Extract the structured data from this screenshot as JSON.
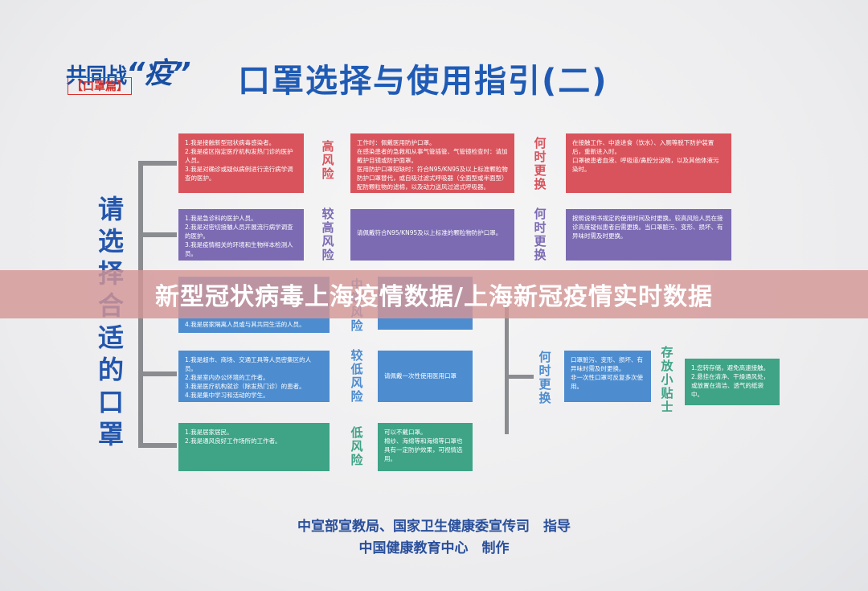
{
  "logo": {
    "main_prefix": "共同战",
    "main_big": "“疫”",
    "sub": "【口罩篇】"
  },
  "title": "口罩选择与使用指引(二)",
  "side_title": "请选择合适的口罩",
  "rows": [
    {
      "people": "1.我是接触新型冠状病毒感染者。\n2.我是疫区指定医疗机构发热门诊的医护人员。\n3.我是对确诊或疑似病例进行流行病学调查的医护。",
      "risk": "高风险",
      "mask": "工作时：佩戴医用防护口罩。\n在感染患者的急救和从事气管插管、气管镜检查时：请加戴护目镜或防护面罩。\n医用防护口罩短缺时：符合N95/KN95及以上标准颗粒物防护口罩替代，或自吸过滤式呼吸器（全面型或半面型）配防颗粒物的滤棉，以及动力送风过滤式呼吸器。",
      "when": "何时更换",
      "change": "在接触工作、中途进食（饮水）、入厕等脱下防护装置后，重新进入时。\n口罩被患者血液、呼吸道/鼻腔分泌物，以及其他体液污染时。"
    },
    {
      "people": "1.我是急诊科的医护人员。\n2.我是对密切接触人员开展流行病学调查的医护。\n3.我是疫情相关的环境和生物样本检测人员。",
      "risk": "较高风险",
      "mask": "请佩戴符合N95/KN95及以上标准的颗粒物防护口罩。",
      "when": "何时更换",
      "change": "按照说明书规定的使用时间及时更换。较高风险人员在接诊高度疑似患者后需更换。当口罩脏污、变形、损坏、有异味时需及时更换。"
    },
    {
      "people": "4.我是居家隔离人员或与其共同生活的人员。",
      "risk": "中等风险",
      "mask": "",
      "when": "",
      "change": ""
    },
    {
      "people": "1.我是超市、商场、交通工具等人员密集区的人员。\n2.我是室内办公环境的工作者。\n3.我是医疗机构就诊（除发热门诊）的患者。\n4.我是集中学习和活动的学生。",
      "risk": "较低风险",
      "mask": "请佩戴一次性使用医用口罩",
      "when": "何时更换",
      "change": "口罩脏污、变形、损坏、有异味时需及时更换。\n非一次性口罩可反复多次使用。"
    },
    {
      "people": "1.我是居家居民。\n2.我是通风良好工作场所的工作者。",
      "risk": "低风险",
      "mask": "可以不戴口罩。\n棉纱、海绵等和海绵等口罩也具有一定防护效果，可视情选用。",
      "when": "",
      "change": ""
    }
  ],
  "storage": {
    "title": "存放小贴士",
    "text": "1.您转存储，避免高速接触。\n2.悬挂在清净、干燥通风处，或放置在清洁、透气的纸袋中。"
  },
  "banner": "新型冠状病毒上海疫情数据/上海新冠疫情实时数据",
  "footer": {
    "line1": "中宣部宣教局、国家卫生健康委宣传司　指导",
    "line2": "中国健康教育中心　制作"
  }
}
